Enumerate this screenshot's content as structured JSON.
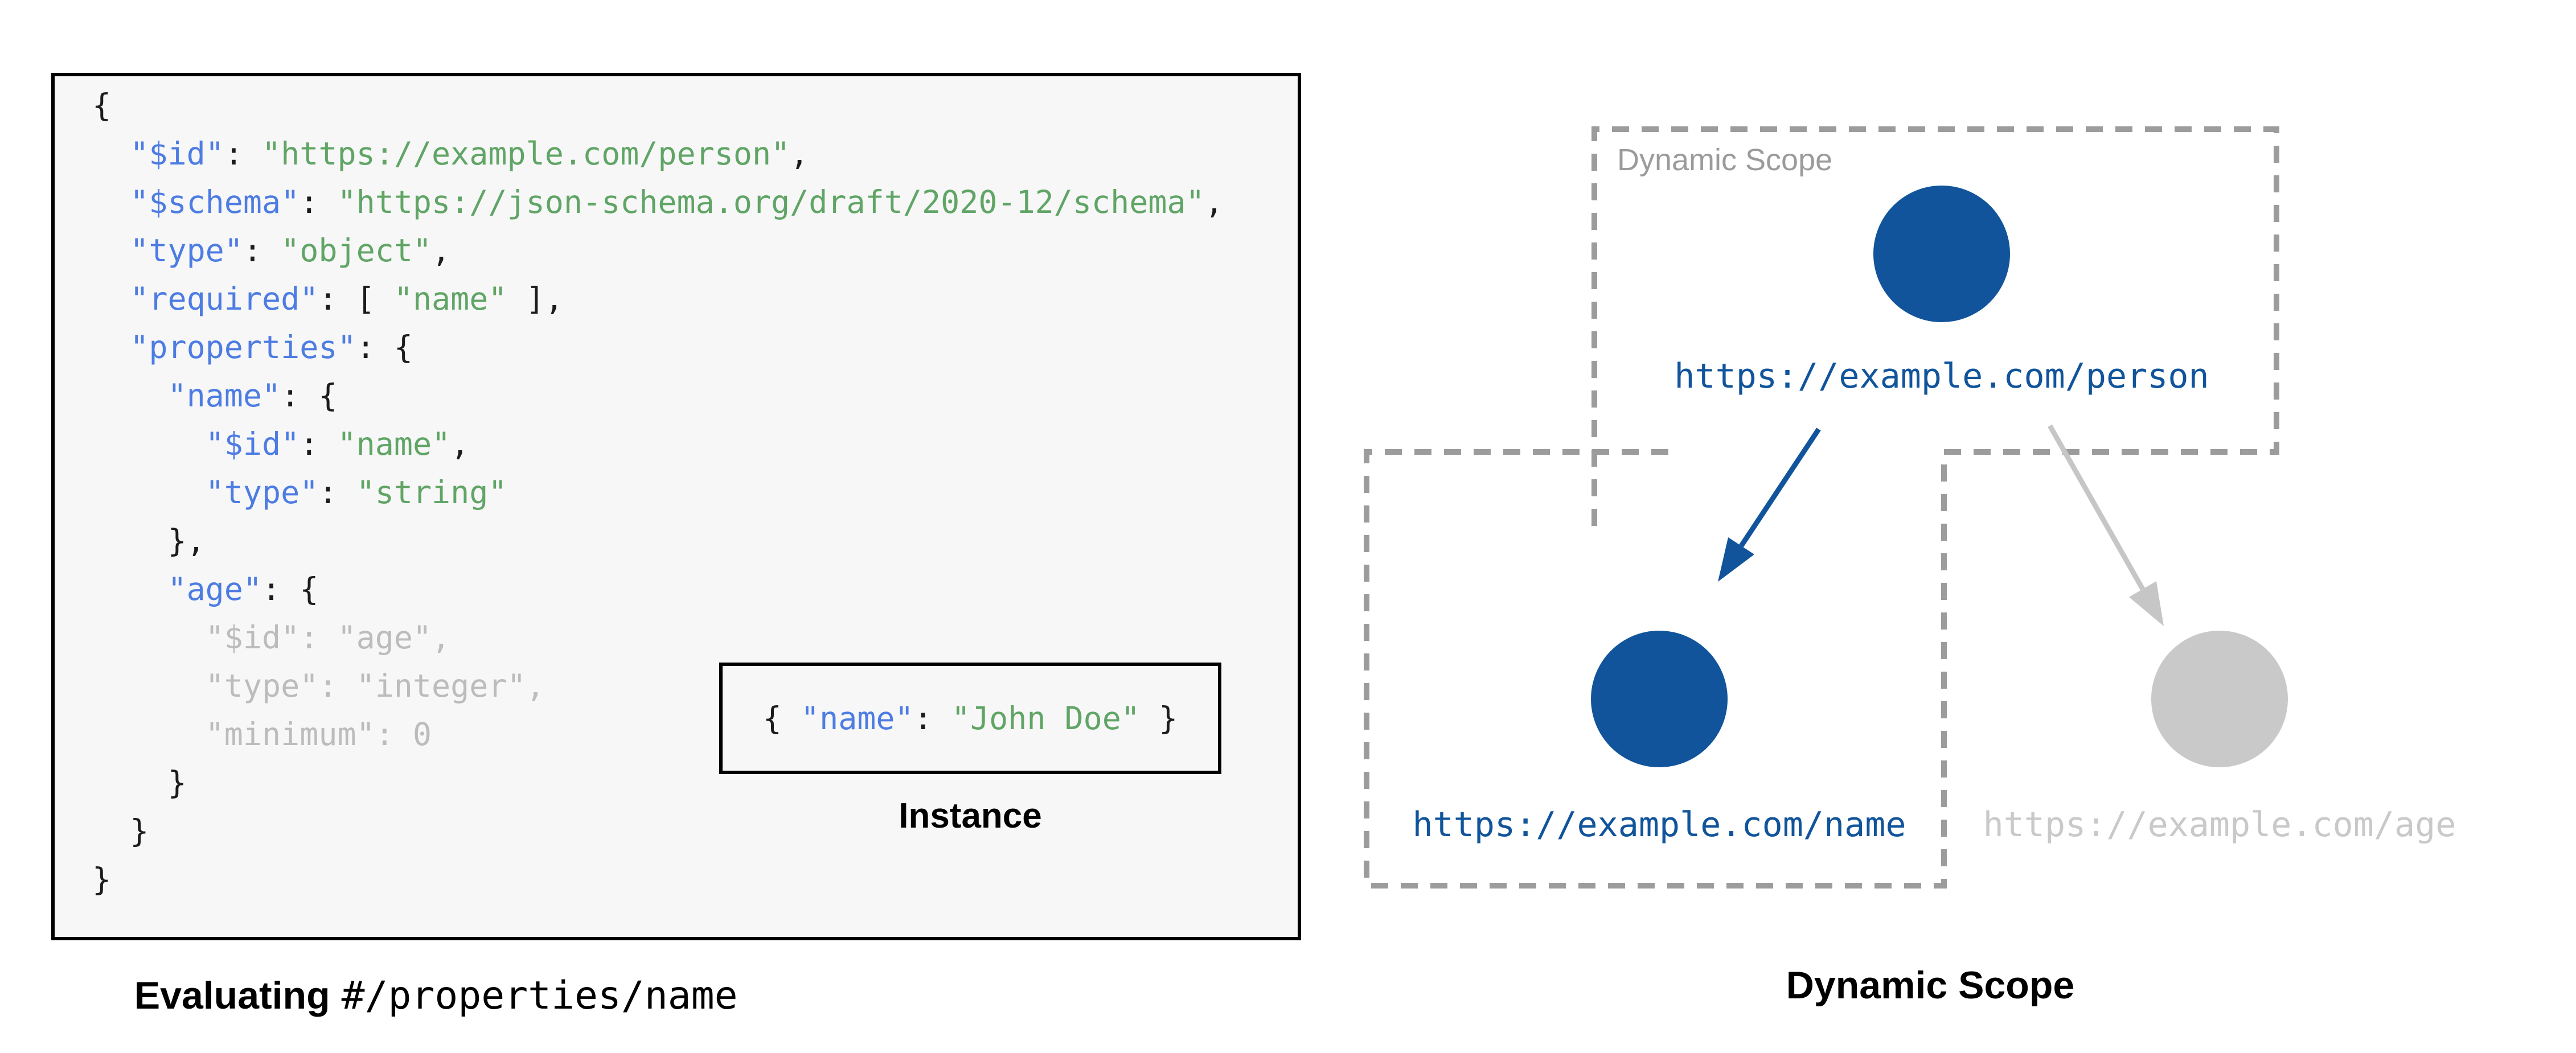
{
  "colors": {
    "key_blue": "#4d7ce2",
    "string_green": "#60a565",
    "code_black": "#1c1c1c",
    "code_gray": "#bcbcbc",
    "node_blue": "#11549b",
    "inactive_gray": "#c9c9c9",
    "arrow_gray": "#c6c6c6",
    "dashed_gray": "#9c9c9c",
    "panel_bg": "#f7f7f8"
  },
  "schema_panel": {
    "code_lines": [
      [
        {
          "t": "{",
          "c": "p"
        }
      ],
      [
        {
          "t": "  ",
          "c": "p"
        },
        {
          "t": "\"$id\"",
          "c": "k"
        },
        {
          "t": ": ",
          "c": "p"
        },
        {
          "t": "\"https://example.com/person\"",
          "c": "s"
        },
        {
          "t": ",",
          "c": "p"
        }
      ],
      [
        {
          "t": "  ",
          "c": "p"
        },
        {
          "t": "\"$schema\"",
          "c": "k"
        },
        {
          "t": ": ",
          "c": "p"
        },
        {
          "t": "\"https://json-schema.org/draft/2020-12/schema\"",
          "c": "s"
        },
        {
          "t": ",",
          "c": "p"
        }
      ],
      [
        {
          "t": "  ",
          "c": "p"
        },
        {
          "t": "\"type\"",
          "c": "k"
        },
        {
          "t": ": ",
          "c": "p"
        },
        {
          "t": "\"object\"",
          "c": "s"
        },
        {
          "t": ",",
          "c": "p"
        }
      ],
      [
        {
          "t": "  ",
          "c": "p"
        },
        {
          "t": "\"required\"",
          "c": "k"
        },
        {
          "t": ": [ ",
          "c": "p"
        },
        {
          "t": "\"name\"",
          "c": "s"
        },
        {
          "t": " ],",
          "c": "p"
        }
      ],
      [
        {
          "t": "  ",
          "c": "p"
        },
        {
          "t": "\"properties\"",
          "c": "k"
        },
        {
          "t": ": {",
          "c": "p"
        }
      ],
      [
        {
          "t": "    ",
          "c": "p"
        },
        {
          "t": "\"name\"",
          "c": "k"
        },
        {
          "t": ": {",
          "c": "p"
        }
      ],
      [
        {
          "t": "      ",
          "c": "p"
        },
        {
          "t": "\"$id\"",
          "c": "k"
        },
        {
          "t": ": ",
          "c": "p"
        },
        {
          "t": "\"name\"",
          "c": "s"
        },
        {
          "t": ",",
          "c": "p"
        }
      ],
      [
        {
          "t": "      ",
          "c": "p"
        },
        {
          "t": "\"type\"",
          "c": "k"
        },
        {
          "t": ": ",
          "c": "p"
        },
        {
          "t": "\"string\"",
          "c": "s"
        }
      ],
      [
        {
          "t": "    },",
          "c": "p"
        }
      ],
      [
        {
          "t": "    ",
          "c": "p"
        },
        {
          "t": "\"age\"",
          "c": "k"
        },
        {
          "t": ": {",
          "c": "p"
        }
      ],
      [
        {
          "t": "      \"$id\": \"age\",",
          "c": "g"
        }
      ],
      [
        {
          "t": "      \"type\": \"integer\",",
          "c": "g"
        }
      ],
      [
        {
          "t": "      \"minimum\": 0",
          "c": "g"
        }
      ],
      [
        {
          "t": "    }",
          "c": "p"
        }
      ],
      [
        {
          "t": "  }",
          "c": "p"
        }
      ],
      [
        {
          "t": "}",
          "c": "p"
        }
      ]
    ],
    "instance": {
      "tokens": [
        {
          "t": "{ ",
          "c": "p"
        },
        {
          "t": "\"name\"",
          "c": "k"
        },
        {
          "t": ": ",
          "c": "p"
        },
        {
          "t": "\"John Doe\"",
          "c": "s"
        },
        {
          "t": " }",
          "c": "p"
        }
      ],
      "label": "Instance"
    },
    "caption_bold": "Evaluating",
    "caption_mono": "#/properties/name"
  },
  "scope_panel": {
    "scope_label": "Dynamic Scope",
    "caption": "Dynamic Scope",
    "nodes": [
      {
        "id": "person",
        "url": "https://example.com/person",
        "state": "active"
      },
      {
        "id": "name",
        "url": "https://example.com/name",
        "state": "active"
      },
      {
        "id": "age",
        "url": "https://example.com/age",
        "state": "inactive"
      }
    ]
  }
}
